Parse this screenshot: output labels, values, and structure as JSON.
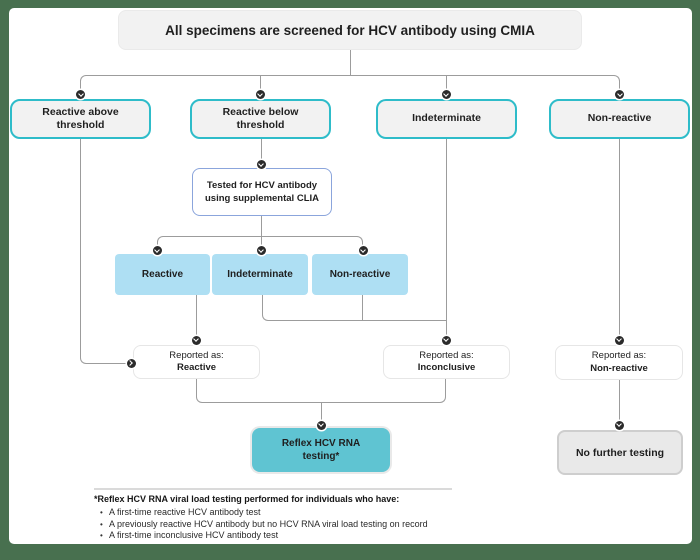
{
  "colors": {
    "frame": "#48704F",
    "teal_border": "#2ebcc9",
    "blue_fill": "#aedff3",
    "reflex_fill": "#5fc4d2",
    "line": "#9c9c9c",
    "dot": "#2b2b2b"
  },
  "flowchart": {
    "title": "All specimens are screened for HCV antibody using CMIA",
    "screen_results": [
      {
        "label": "Reactive above threshold"
      },
      {
        "label": "Reactive below threshold"
      },
      {
        "label": "Indeterminate"
      },
      {
        "label": "Non-reactive"
      }
    ],
    "supplemental_test": "Tested for HCV antibody using supplemental CLIA",
    "clia_results": [
      "Reactive",
      "Indeterminate",
      "Non-reactive"
    ],
    "reported": [
      {
        "prefix": "Reported as:",
        "value": "Reactive"
      },
      {
        "prefix": "Reported as:",
        "value": "Inconclusive"
      },
      {
        "prefix": "Reported as:",
        "value": "Non-reactive"
      }
    ],
    "reflex_action": "Reflex HCV RNA testing*",
    "final_action": "No further testing",
    "footnote": {
      "heading": "*Reflex HCV RNA viral load testing performed for individuals who have:",
      "bullet_char": "•",
      "bullets": [
        "A first-time reactive HCV antibody test",
        "A previously reactive HCV antibody but no HCV RNA viral load testing on record",
        "A first-time inconclusive HCV antibody test"
      ]
    }
  }
}
